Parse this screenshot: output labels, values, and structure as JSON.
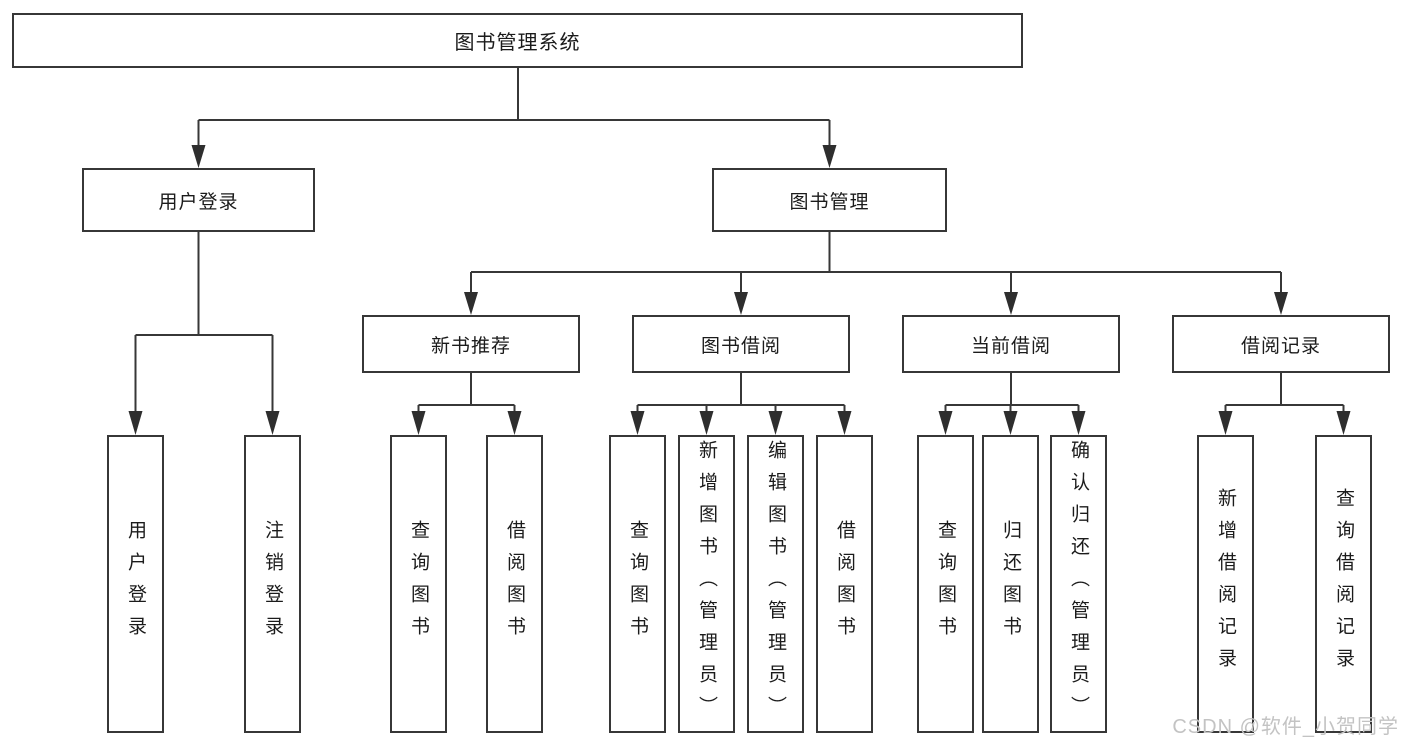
{
  "diagram_type": "hierarchy-tree",
  "colors": {
    "background": "#ffffff",
    "line": "#373737",
    "box_border": "#373737",
    "text": "#1b1b1b",
    "watermark": "#c3c3c3"
  },
  "tree": {
    "root": {
      "label": "图书管理系统"
    },
    "children": [
      {
        "label": "用户登录",
        "children": [
          {
            "label": "用户登录"
          },
          {
            "label": "注销登录"
          }
        ]
      },
      {
        "label": "图书管理",
        "children": [
          {
            "label": "新书推荐",
            "children": [
              {
                "label": "查询图书"
              },
              {
                "label": "借阅图书"
              }
            ]
          },
          {
            "label": "图书借阅",
            "children": [
              {
                "label": "查询图书"
              },
              {
                "label": "新增图书（管理员）"
              },
              {
                "label": "编辑图书（管理员）"
              },
              {
                "label": "借阅图书"
              }
            ]
          },
          {
            "label": "当前借阅",
            "children": [
              {
                "label": "查询图书"
              },
              {
                "label": "归还图书"
              },
              {
                "label": "确认归还（管理员）"
              }
            ]
          },
          {
            "label": "借阅记录",
            "children": [
              {
                "label": "新增借阅记录"
              },
              {
                "label": "查询借阅记录"
              }
            ]
          }
        ]
      }
    ]
  },
  "watermark": {
    "text": "CSDN @软件_小贺同学"
  }
}
